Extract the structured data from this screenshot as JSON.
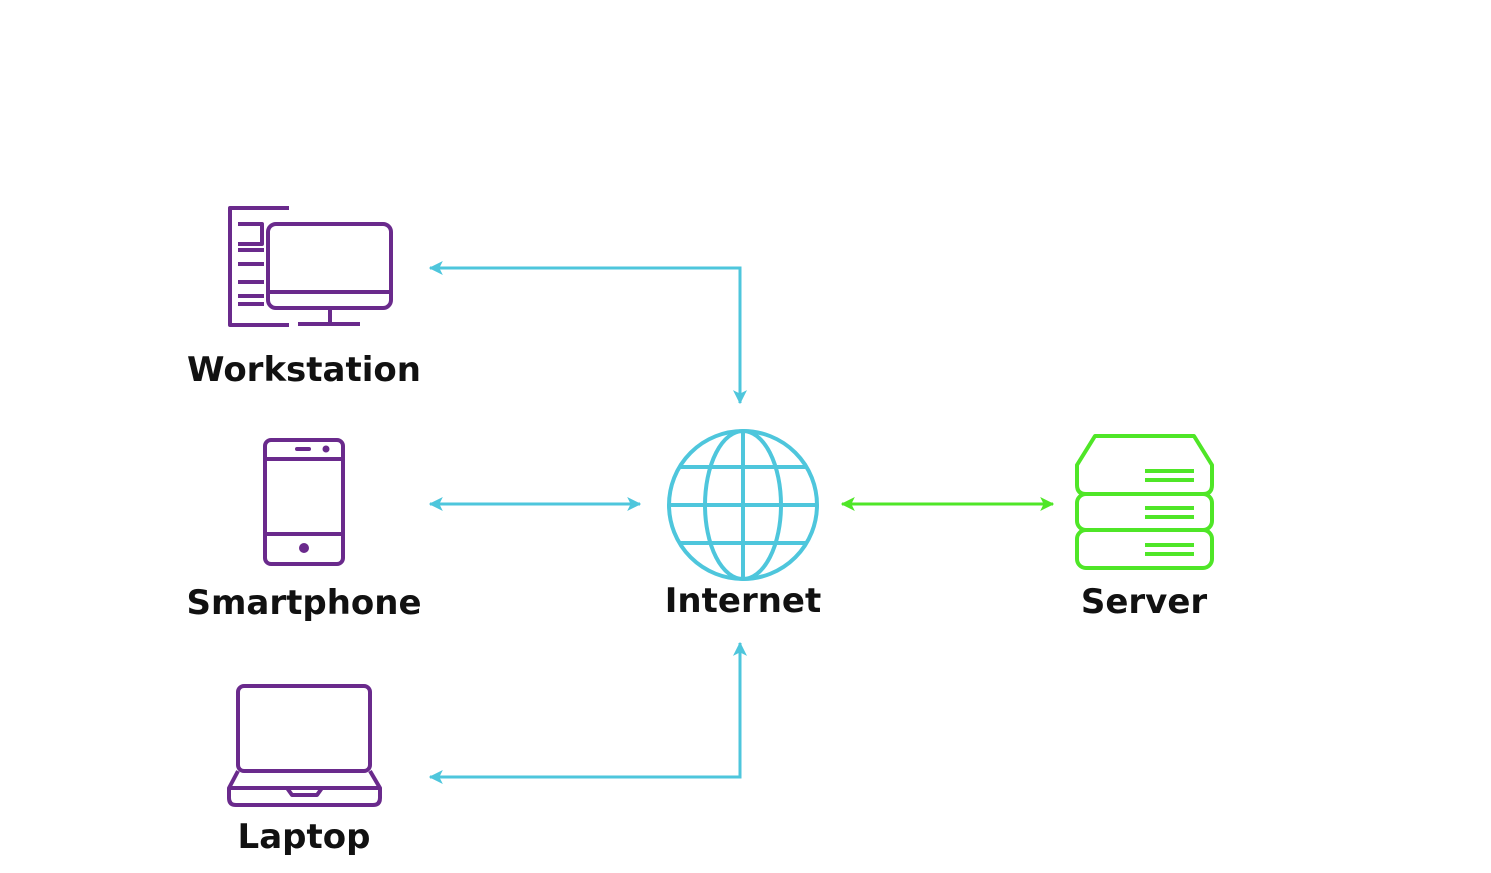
{
  "nodes": {
    "workstation": {
      "label": "Workstation",
      "icon": "workstation-icon"
    },
    "smartphone": {
      "label": "Smartphone",
      "icon": "smartphone-icon"
    },
    "laptop": {
      "label": "Laptop",
      "icon": "laptop-icon"
    },
    "internet": {
      "label": "Internet",
      "icon": "globe-icon"
    },
    "server": {
      "label": "Server",
      "icon": "server-icon"
    }
  },
  "connections": [
    {
      "from": "workstation",
      "to": "internet",
      "bidirectional": true,
      "color": "#4ec6dc"
    },
    {
      "from": "smartphone",
      "to": "internet",
      "bidirectional": true,
      "color": "#4ec6dc"
    },
    {
      "from": "laptop",
      "to": "internet",
      "bidirectional": true,
      "color": "#4ec6dc"
    },
    {
      "from": "internet",
      "to": "server",
      "bidirectional": true,
      "color": "#4fe627"
    }
  ],
  "colors": {
    "device": "#6a2a8c",
    "internet": "#4ec6dc",
    "server": "#4fe627",
    "text": "#111111"
  }
}
